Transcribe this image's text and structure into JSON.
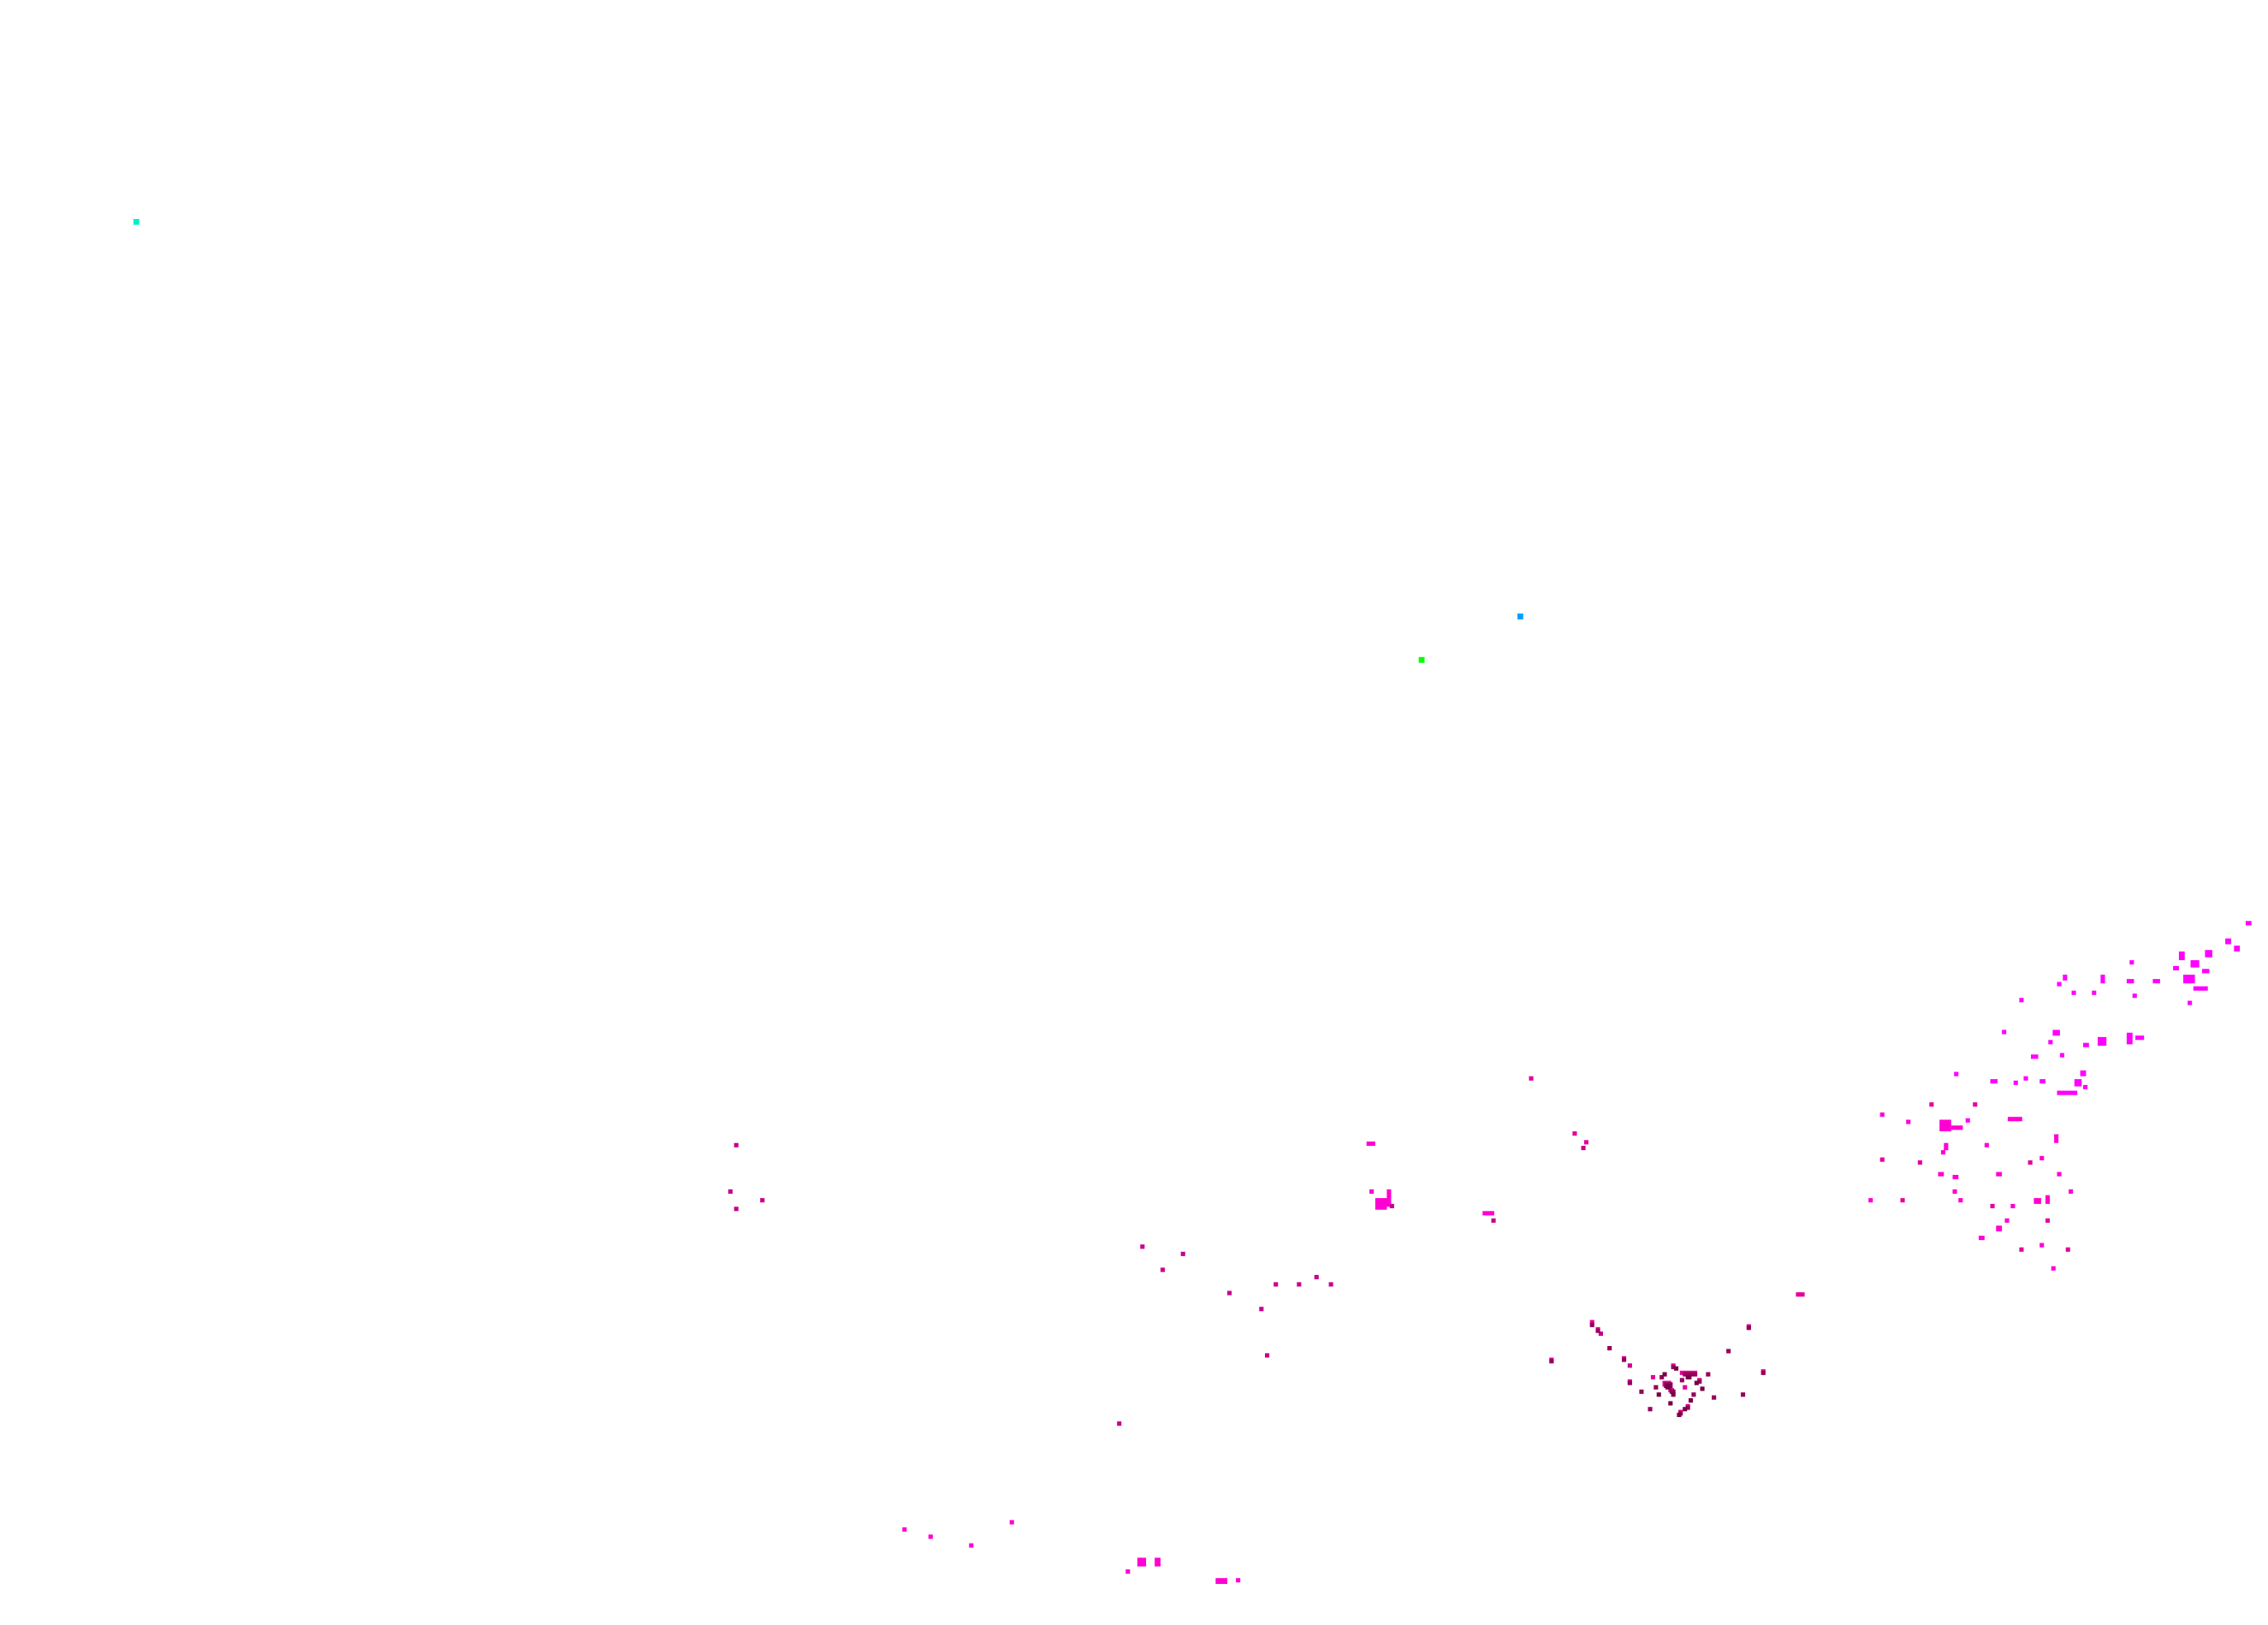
{
  "map": {
    "background_color": "#ffffff",
    "palette": {
      "cyan": "#00f0c8",
      "blue": "#00a0ff",
      "green": "#00ff00",
      "bright_magenta": "#ff00ff",
      "pink": "#ff00d2",
      "magenta": "#e6009b",
      "crimson": "#c8008c",
      "dark_magenta": "#96005a",
      "darkest": "#780046"
    },
    "markers": [
      {
        "category": "cyan",
        "count": 1
      },
      {
        "category": "blue",
        "count": 1
      },
      {
        "category": "green",
        "count": 1
      },
      {
        "category": "bright_magenta",
        "count": 40
      },
      {
        "category": "pink",
        "count": 40
      },
      {
        "category": "magenta",
        "count": 30
      },
      {
        "category": "crimson",
        "count": 20
      },
      {
        "category": "dark_magenta",
        "count": 25
      },
      {
        "category": "darkest",
        "count": 12
      }
    ]
  }
}
